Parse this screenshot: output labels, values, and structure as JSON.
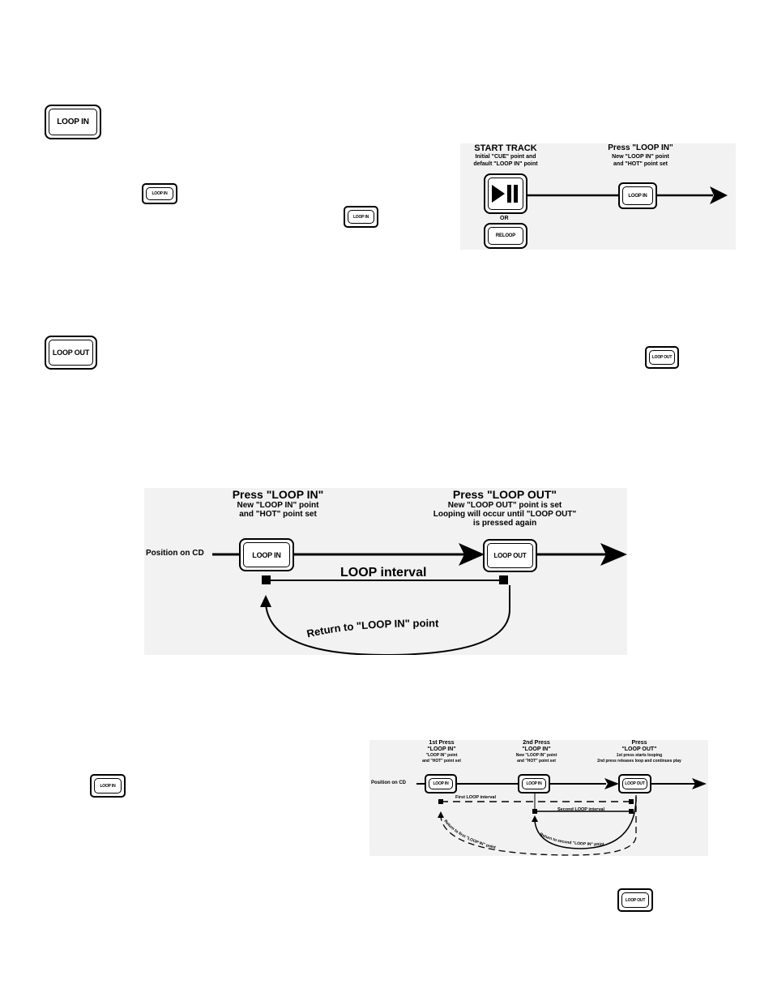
{
  "buttons": {
    "loop_in": "LOOP IN",
    "loop_out": "LOOP OUT",
    "reloop": "RELOOP"
  },
  "diagram1": {
    "start_title": "START TRACK",
    "start_sub1": "Initial \"CUE\" point and",
    "start_sub2": "default \"LOOP IN\" point",
    "or_label": "OR",
    "press_title": "Press \"LOOP IN\"",
    "press_sub1": "New \"LOOP IN\" point",
    "press_sub2": "and \"HOT\" point set"
  },
  "diagram2": {
    "loopin_title": "Press \"LOOP IN\"",
    "loopin_sub1": "New \"LOOP IN\" point",
    "loopin_sub2": "and \"HOT\" point set",
    "loopout_title": "Press \"LOOP OUT\"",
    "loopout_sub1": "New \"LOOP OUT\" point is set",
    "loopout_sub2": "Looping will occur until \"LOOP OUT\"",
    "loopout_sub3": "is pressed again",
    "position_label": "Position on CD",
    "interval_label": "LOOP interval",
    "return_label": "Return to \"LOOP IN\" point"
  },
  "diagram3": {
    "first_title1": "1st Press",
    "first_title2": "\"LOOP IN\"",
    "first_sub1": "\"LOOP IN\" point",
    "first_sub2": "and \"HOT\" point set",
    "second_title1": "2nd Press",
    "second_title2": "\"LOOP IN\"",
    "second_sub1": "New \"LOOP IN\" point",
    "second_sub2": "and \"HOT\" point set",
    "press_title1": "Press",
    "press_title2": "\"LOOP OUT\"",
    "press_sub1": "1st press starts looping",
    "press_sub2": "2nd press releases loop and continues play",
    "position_label": "Position on CD",
    "first_interval": "First LOOP interval",
    "second_interval": "Second LOOP interval",
    "return_first": "Return to first \"LOOP IN\" point",
    "return_second": "Return to second \"LOOP IN\" point"
  }
}
